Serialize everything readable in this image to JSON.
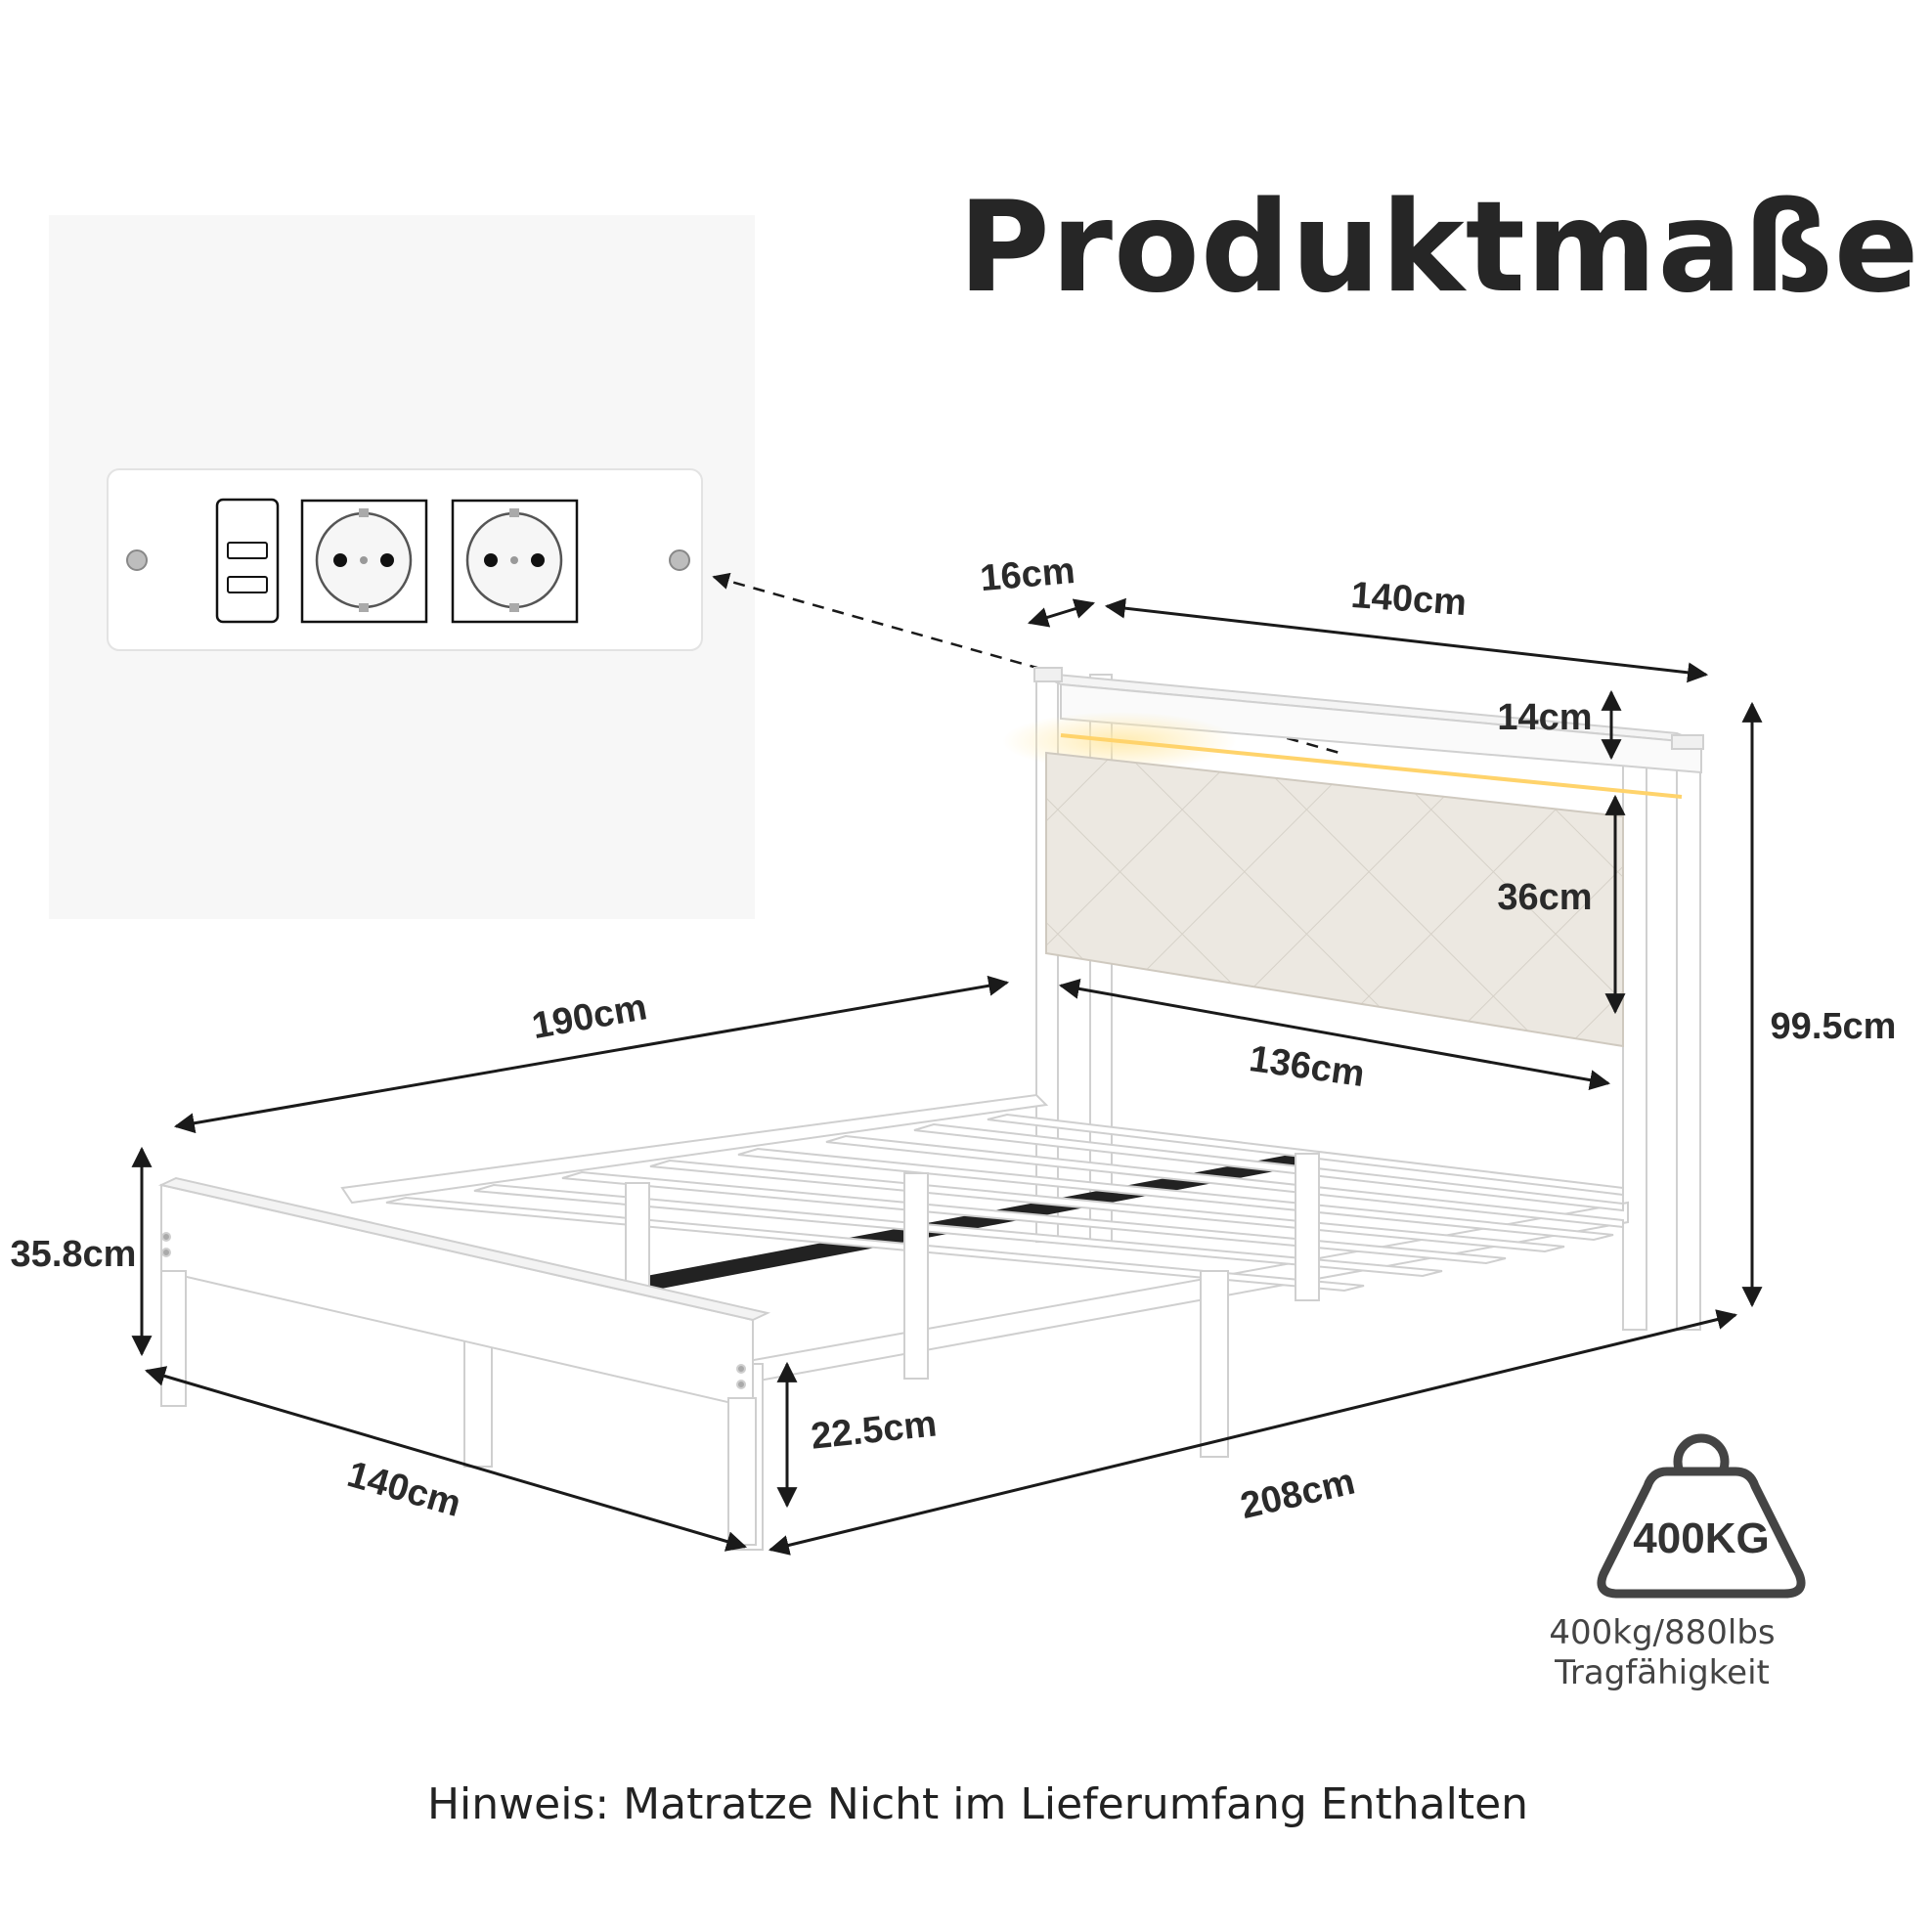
{
  "title": "Produktmaße",
  "note": "Hinweis: Matratze Nicht im Lieferumfang Enthalten",
  "load": {
    "badge": "400KG",
    "capacity": "400kg/880lbs",
    "label": "Tragfähigkeit"
  },
  "dimensions": {
    "headboard_depth": "16cm",
    "headboard_width": "140cm",
    "shelf_height": "14cm",
    "panel_height": "36cm",
    "total_height": "99.5cm",
    "bed_length": "190cm",
    "panel_width": "136cm",
    "footboard_height": "35.8cm",
    "clearance": "22.5cm",
    "foot_width": "140cm",
    "total_length": "208cm"
  },
  "colors": {
    "frame": "#ffffff",
    "frame_stroke": "#d4d4d4",
    "panel": "#ede9e2",
    "led": "#ffd36b",
    "text": "#262626"
  },
  "icons": {
    "outlet": "power-strip-icon",
    "weight": "weight-icon"
  }
}
